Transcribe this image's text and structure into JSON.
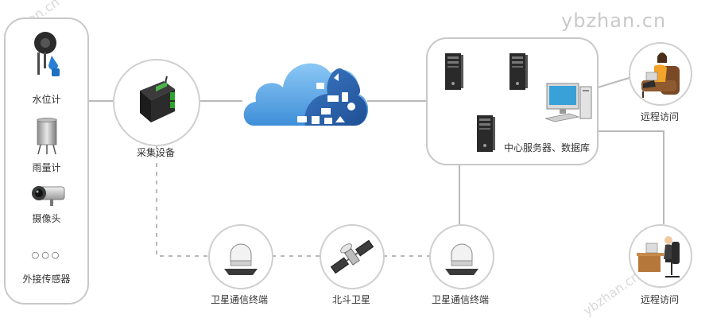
{
  "watermarks": {
    "top_right": "ybzhan.cn",
    "top_left": "ybzhan.cn",
    "bottom_right": "ybzhan.cn"
  },
  "sensors": {
    "items": [
      {
        "label": "水位计",
        "icon": "water-level-meter-icon"
      },
      {
        "label": "雨量计",
        "icon": "rain-gauge-icon"
      },
      {
        "label": "摄像头",
        "icon": "camera-icon"
      },
      {
        "label": "外接传感器",
        "icon": "more-dots-icon",
        "glyph": "○○○"
      }
    ]
  },
  "collector": {
    "label": "采集设备",
    "icon": "data-collector-icon"
  },
  "cloud": {
    "icon": "cloud-icon"
  },
  "servers": {
    "label": "中心服务器、数据库",
    "icons": [
      "server-icon",
      "workstation-icon"
    ]
  },
  "remote": [
    {
      "label": "远程访问",
      "icon": "person-armchair-icon"
    },
    {
      "label": "远程访问",
      "icon": "person-desk-icon"
    }
  ],
  "satellite_link": {
    "terminal_left": "卫星通信终端",
    "satellite": "北斗卫星",
    "terminal_right": "卫星通信终端"
  },
  "colors": {
    "line": "#b5b5b5",
    "border": "#c8c8c8",
    "cloud": "#4f9fe3",
    "cloud_dark": "#2f6fb7"
  }
}
